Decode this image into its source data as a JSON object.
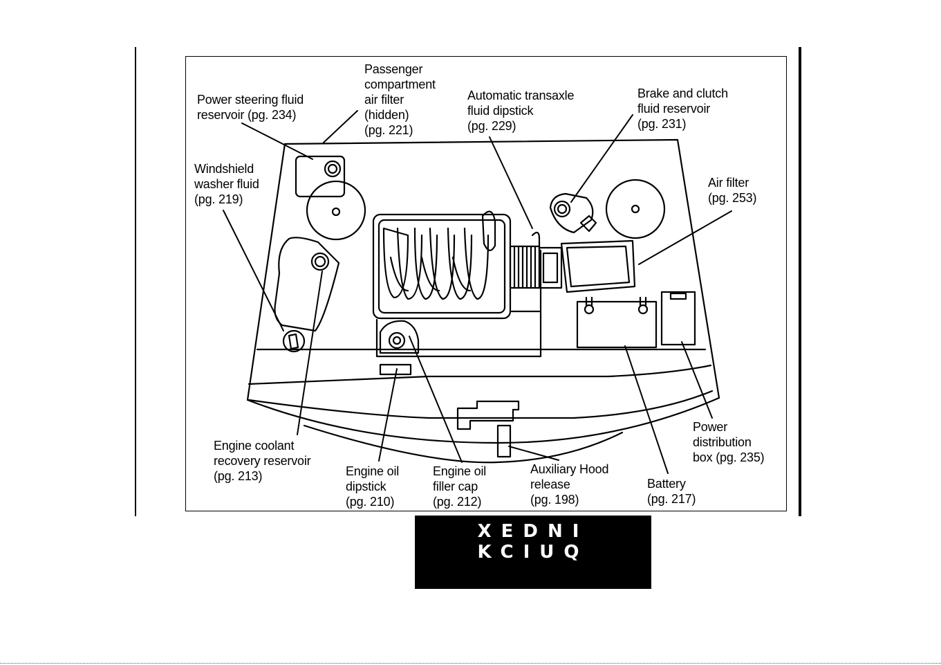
{
  "labels": {
    "power_steering": [
      "Power steering fluid",
      "reservoir (pg. 234)"
    ],
    "passenger_filter": [
      "Passenger",
      "compartment",
      "air filter",
      "(hidden)",
      "(pg. 221)"
    ],
    "transaxle_dipstick": [
      "Automatic transaxle",
      "fluid dipstick",
      "(pg. 229)"
    ],
    "brake_clutch": [
      "Brake and clutch",
      "fluid reservoir",
      "(pg. 231)"
    ],
    "washer_fluid": [
      "Windshield",
      "washer fluid",
      "(pg. 219)"
    ],
    "air_filter": [
      "Air filter",
      "(pg. 253)"
    ],
    "coolant": [
      "Engine coolant",
      "recovery reservoir",
      "(pg. 213)"
    ],
    "oil_dipstick": [
      "Engine oil",
      "dipstick",
      "(pg. 210)"
    ],
    "oil_filler": [
      "Engine oil",
      "filler cap",
      "(pg. 212)"
    ],
    "hood_release": [
      "Auxiliary Hood",
      "release",
      "(pg. 198)"
    ],
    "battery": [
      "Battery",
      "(pg. 217)"
    ],
    "power_distribution": [
      "Power",
      "distribution",
      "box (pg. 235)"
    ]
  },
  "side_tab": {
    "text": "XEDNI KCIUQ",
    "background": "#000000",
    "color": "#ffffff"
  }
}
